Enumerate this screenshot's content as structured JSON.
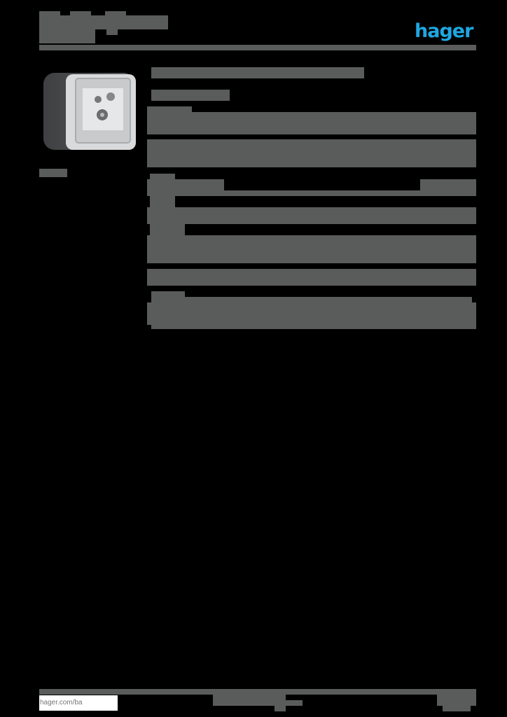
{
  "header": {
    "brand_logo": "hager",
    "brand_color": "#1ea7e1",
    "title_redacted": true
  },
  "product": {
    "image": "weatherproof-socket-outlet-housing",
    "caption_redacted": true
  },
  "main": {
    "heading_redacted": true,
    "subheading_redacted": true,
    "spec_rows_redacted": 8
  },
  "footer": {
    "url": "hager.com/ba",
    "center_text_redacted": true,
    "page_number_redacted": true
  },
  "colors": {
    "background": "#000000",
    "redaction_block": "#5a5b5b",
    "brand": "#1ea7e1"
  }
}
